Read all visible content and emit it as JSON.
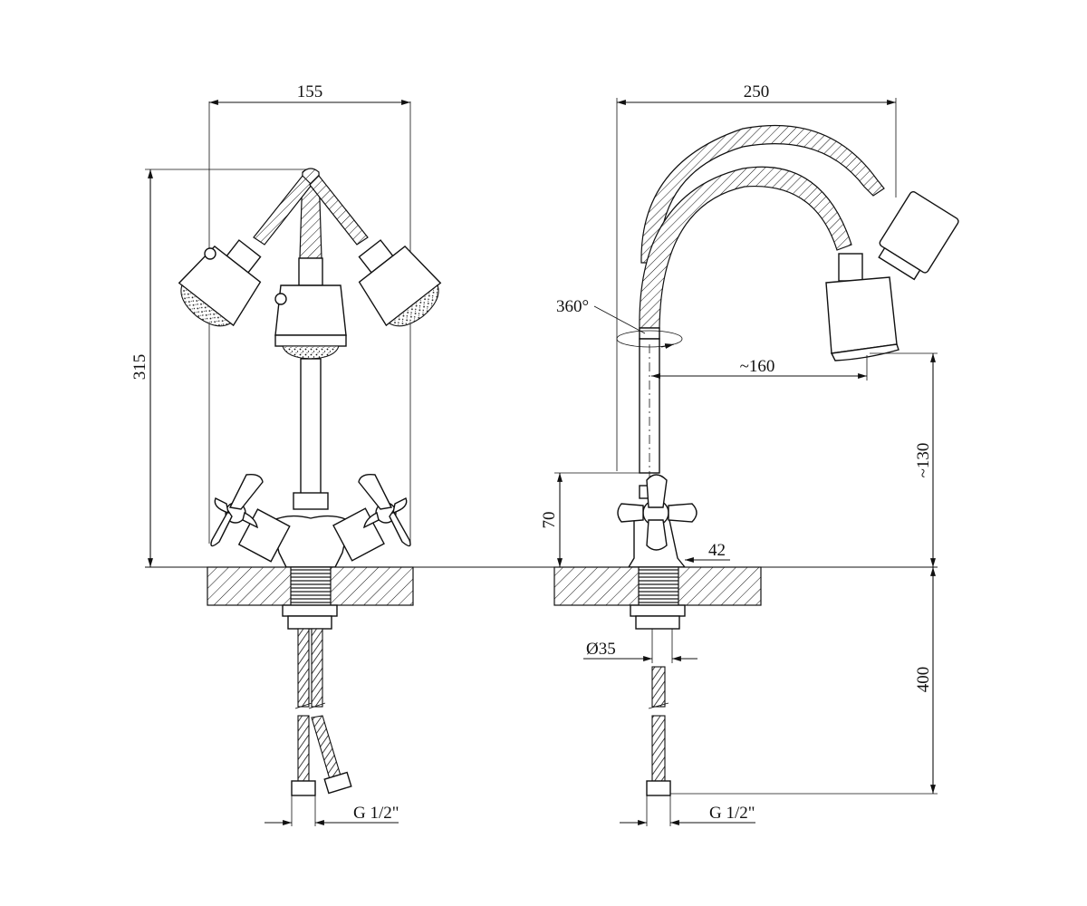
{
  "front_view": {
    "width_dim": "155",
    "height_dim": "315",
    "thread_dim": "G 1/2\""
  },
  "side_view": {
    "reach_dim": "250",
    "rotation_dim": "360°",
    "spout_offset_dim": "~160",
    "spout_height_dim": "~130",
    "base_height_dim": "70",
    "base_width_dim": "42",
    "mount_hole_dim": "Ø35",
    "hose_length_dim": "400",
    "thread_dim": "G 1/2\""
  }
}
